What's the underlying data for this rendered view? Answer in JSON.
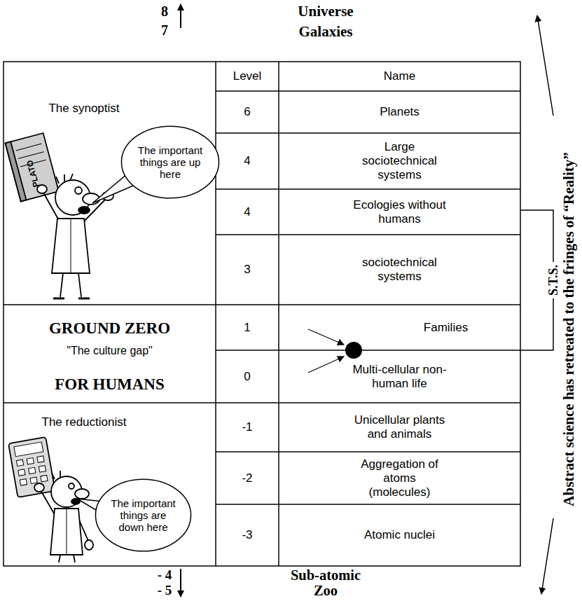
{
  "diagram": {
    "nodes": [
      {
        "text": [
          "The important things are up here"
        ]
      },
      {
        "text": [
          "The important things are down here"
        ]
      }
    ],
    "labels": [
      "8",
      "7",
      "Universe",
      "Galaxies",
      "Level",
      "Name",
      "The synoptist",
      "6",
      "Planets",
      "4",
      "Large sociotechnical systems",
      "4",
      "Ecologies without humans",
      "3",
      "sociotechnical systems",
      "GROUND ZERO",
      "\"The culture gap\"",
      "FOR HUMANS",
      "1",
      "Families",
      "0",
      "Multi-cellular non-human life",
      "The reductionist",
      "-1",
      "Unicellular plants and animals",
      "-2",
      "Aggregation of atoms (molecules)",
      "-3",
      "Atomic nuclei",
      "- 4",
      "- 5",
      "Sub-atomic",
      "Zoo",
      "S.T.S.",
      "Abstract science has retreated to the fringes of “Reality”",
      "PLATO"
    ]
  }
}
